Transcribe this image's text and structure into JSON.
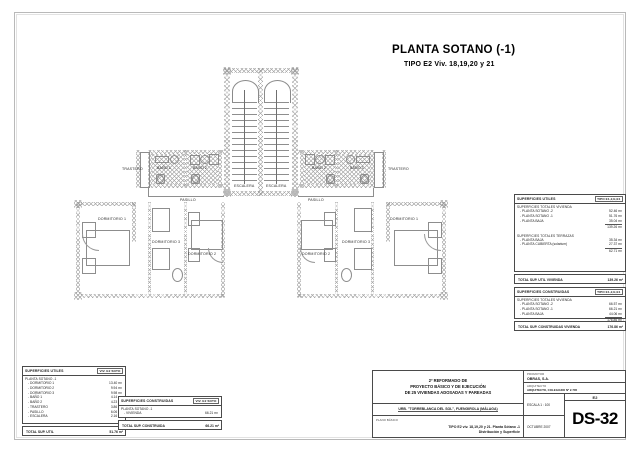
{
  "sheet": {
    "title": "PLANTA SOTANO (-1)",
    "subtitle": "TIPO E2  Viv. 18,19,20 y 21"
  },
  "plan": {
    "rooms": [
      {
        "label": "DORMITORIO 1"
      },
      {
        "label": "DORMITORIO 3"
      },
      {
        "label": "DORMITORIO 2"
      },
      {
        "label": "DORMITORIO 2"
      },
      {
        "label": "DORMITORIO 3"
      },
      {
        "label": "DORMITORIO 1"
      },
      {
        "label": "BAÑO 1"
      },
      {
        "label": "BAÑO 2"
      },
      {
        "label": "BAÑO 2"
      },
      {
        "label": "BAÑO 1"
      },
      {
        "label": "TRASTERO"
      },
      {
        "label": "TRASTERO"
      },
      {
        "label": "PASILLO"
      },
      {
        "label": "PASILLO"
      },
      {
        "label": "ESCALERA"
      },
      {
        "label": "ESCALERA"
      }
    ]
  },
  "right_tables": {
    "utiles": {
      "header": "SUPERFICIES UTILES",
      "tag": "TIPO E1,2,E,E1",
      "section1": "SUPERFICIES TOTALES VIVIENDA",
      "rows1": [
        {
          "label": "- PLANTA SOTANO -2",
          "value": "52.46 m²"
        },
        {
          "label": "- PLANTA SOTANO -1",
          "value": "51.76 m²"
        },
        {
          "label": "- PLANTA BAJA",
          "value": "35.04 m²"
        }
      ],
      "subtotal1": "139.26 m²",
      "section2": "SUPERFICIES TOTALES TERRAZAS",
      "rows2": [
        {
          "label": "- PLANTA BAJA",
          "value": "35.34 m²"
        },
        {
          "label": "- PLANTA CUBIERTA (solarium)",
          "value": "27.37 m²"
        }
      ],
      "subtotal2": "62.71 m²",
      "total_label": "TOTAL SUP. UTIL VIVIENDA",
      "total_value": "139.26 m²"
    },
    "construidas": {
      "header": "SUPERFICIES CONSTRUIDAS",
      "tag": "TIPO E1,2,E,E1",
      "section1": "SUPERFICIES TOTALES VIVIENDA",
      "rows1": [
        {
          "label": "- PLANTA SOTANO -2",
          "value": "66.57 m²"
        },
        {
          "label": "- PLANTA SOTANO -1",
          "value": "66.21 m²"
        },
        {
          "label": "- PLANTA BAJA",
          "value": "44.06 m²"
        }
      ],
      "subtotal1": "176.86 m²",
      "total_label": "TOTAL SUP. CONSTRUIDAS VIVIENDA",
      "total_value": "176.86 m²"
    }
  },
  "bottom_tables": {
    "utiles": {
      "header": "SUPERFICIES UTILES",
      "tag": "VIV. E2 SOTO",
      "section": "PLANTA SOTANO -1",
      "rows": [
        {
          "label": "- DORMITORIO 1",
          "value": "13.40 m²"
        },
        {
          "label": "- DORMITORIO 2",
          "value": "9.94 m²"
        },
        {
          "label": "- DORMITORIO 3",
          "value": "9.98 m²"
        },
        {
          "label": "- BAÑO 1",
          "value": "4.14 m²"
        },
        {
          "label": "- BAÑO 2",
          "value": "4.23 m²"
        },
        {
          "label": "- TRASTERO",
          "value": "3.86 m²"
        },
        {
          "label": "- PASILLO",
          "value": "6.06 m²"
        },
        {
          "label": "- ESCALERA",
          "value": "2.16 m²"
        }
      ],
      "total_label": "TOTAL SUP. UTIL",
      "total_value": "51.76 m²"
    },
    "construidas": {
      "header": "SUPERFICIES CONSTRUIDAS",
      "tag": "VIV. E2 SOTO",
      "section": "PLANTA SOTANO -1",
      "rows": [
        {
          "label": "- VIVIENDA",
          "value": "66.21 m²"
        }
      ],
      "total_label": "TOTAL SUP. CONSTRUIDA",
      "total_value": "66.21 m²"
    }
  },
  "title_block": {
    "project_lines": [
      "2º REFORMADO DE",
      "PROYECTO BÁSICO Y DE EJECUCIÓN",
      "DE 25 VIVIENDAS ADOSADAS Y PAREADAS"
    ],
    "location": "URB. \"TORREBLANCA DEL SOL\", FUENGIROLA (MÁLAGA)",
    "plano_label": "PLANO BÁSICO",
    "plano_lines": [
      "TIPO E2 viv. 18,19,20 y 21. Planta Sótano -1",
      "Distribución y Superficie"
    ],
    "promotor_label": "PROMOTOR",
    "promotor_value": "OBRAS, S.A.",
    "arquitecto_label": "ARQUITECTO",
    "arquitecto_value": "ARQUITECTO, COLEGIADO Nº 2.735",
    "escala_label": "ESCALA",
    "escala_value": "ESCALA 1 : 100",
    "fecha_label": "FECHA",
    "fecha_value": "OCTUBRE 2007",
    "sheet_tag": "E2",
    "sheet_number": "DS-32"
  }
}
